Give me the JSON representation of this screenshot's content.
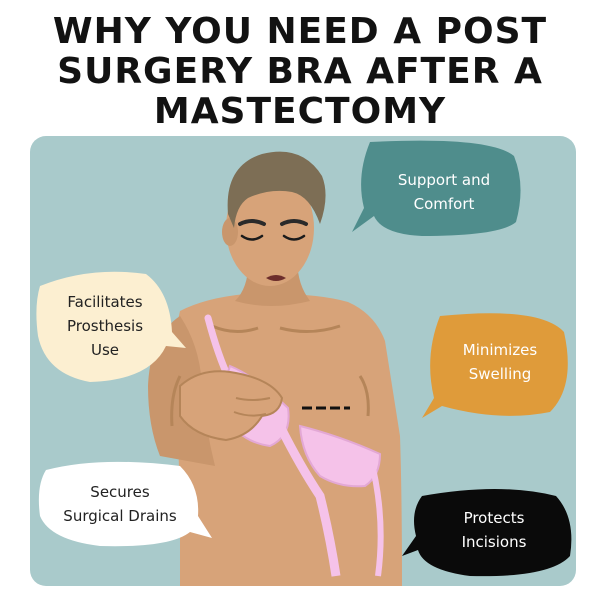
{
  "title": {
    "line1": "WHY YOU NEED A POST",
    "line2": "SURGERY BRA AFTER A",
    "line3": "MASTECTOMY"
  },
  "colors": {
    "panel": "#a9cacb",
    "skin": "#d7a379",
    "hair": "#7d6e55",
    "bra": "#f5c2e9",
    "support_bubble": "#4f8d8c",
    "prosthesis_bubble": "#fcefd1",
    "swelling_bubble": "#df9b3a",
    "drains_bubble": "#ffffff",
    "incisions_bubble": "#0a0a0a"
  },
  "bubbles": {
    "support": {
      "line1": "Support and",
      "line2": "Comfort"
    },
    "prosthesis": {
      "line1": "Facilitates",
      "line2": "Prosthesis",
      "line3": "Use"
    },
    "swelling": {
      "line1": "Minimizes",
      "line2": "Swelling"
    },
    "drains": {
      "line1": "Secures",
      "line2": "Surgical Drains"
    },
    "incisions": {
      "line1": "Protects",
      "line2": "Incisions"
    }
  }
}
